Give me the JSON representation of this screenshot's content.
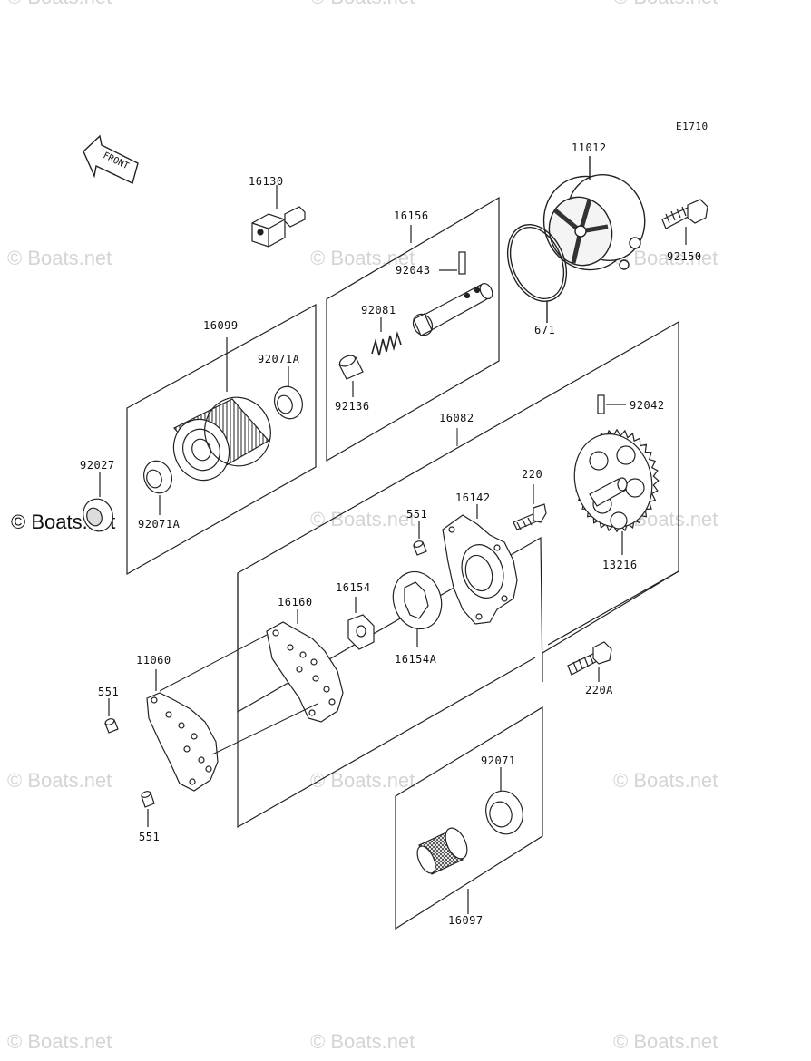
{
  "diagram": {
    "code": "E1710",
    "front_label": "FRONT",
    "parts": [
      {
        "id": "p16130",
        "label": "16130"
      },
      {
        "id": "p16156",
        "label": "16156"
      },
      {
        "id": "p11012",
        "label": "11012"
      },
      {
        "id": "p92043",
        "label": "92043"
      },
      {
        "id": "p92150",
        "label": "92150"
      },
      {
        "id": "p671",
        "label": "671"
      },
      {
        "id": "p92081",
        "label": "92081"
      },
      {
        "id": "p16099",
        "label": "16099"
      },
      {
        "id": "p92071A_top",
        "label": "92071A"
      },
      {
        "id": "p92136",
        "label": "92136"
      },
      {
        "id": "p92042",
        "label": "92042"
      },
      {
        "id": "p16082",
        "label": "16082"
      },
      {
        "id": "p92027",
        "label": "92027"
      },
      {
        "id": "p92071A_bot",
        "label": "92071A"
      },
      {
        "id": "p220",
        "label": "220"
      },
      {
        "id": "p16142",
        "label": "16142"
      },
      {
        "id": "p551_top",
        "label": "551"
      },
      {
        "id": "p13216",
        "label": "13216"
      },
      {
        "id": "p16154",
        "label": "16154"
      },
      {
        "id": "p16160",
        "label": "16160"
      },
      {
        "id": "p16154A",
        "label": "16154A"
      },
      {
        "id": "p11060",
        "label": "11060"
      },
      {
        "id": "p551_left",
        "label": "551"
      },
      {
        "id": "p220A",
        "label": "220A"
      },
      {
        "id": "p92071",
        "label": "92071"
      },
      {
        "id": "p551_bottom",
        "label": "551"
      },
      {
        "id": "p16097",
        "label": "16097"
      }
    ]
  },
  "watermark": {
    "text": "© Boats.net",
    "color": "#d4d4d4"
  },
  "watermark_dark": {
    "text": "© Boats.net"
  }
}
